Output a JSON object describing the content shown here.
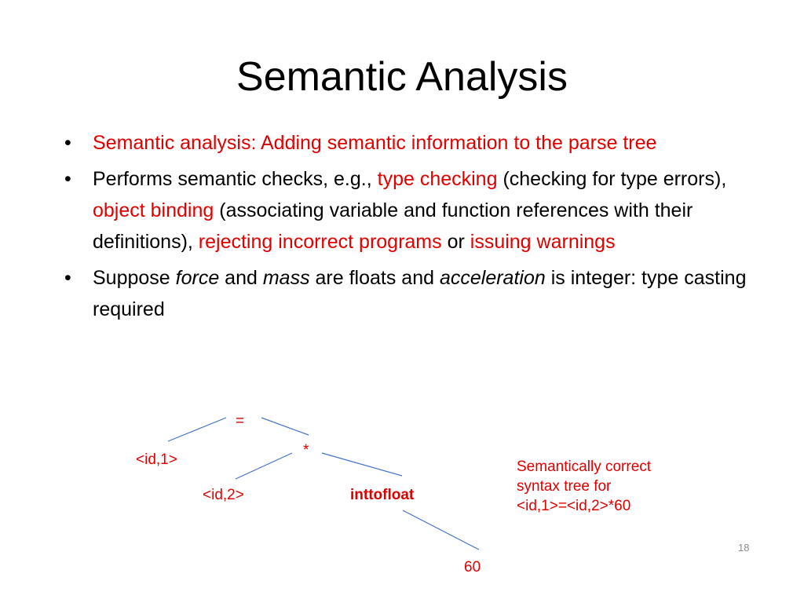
{
  "slide": {
    "title": "Semantic Analysis",
    "bullets": [
      {
        "segments": [
          {
            "text": "Semantic analysis: Adding semantic information to the parse tree",
            "style": "red"
          }
        ]
      },
      {
        "segments": [
          {
            "text": "Performs semantic checks, e.g., ",
            "style": "normal"
          },
          {
            "text": "type checking",
            "style": "red"
          },
          {
            "text": " (checking for type errors),  ",
            "style": "normal"
          },
          {
            "text": "object binding",
            "style": "red"
          },
          {
            "text": " (associating variable and function references with their definitions), ",
            "style": "normal"
          },
          {
            "text": "rejecting incorrect programs",
            "style": "red"
          },
          {
            "text": " or ",
            "style": "normal"
          },
          {
            "text": "issuing warnings",
            "style": "red"
          }
        ]
      },
      {
        "segments": [
          {
            "text": "Suppose ",
            "style": "normal"
          },
          {
            "text": "force",
            "style": "italic"
          },
          {
            "text": " and ",
            "style": "normal"
          },
          {
            "text": "mass",
            "style": "italic"
          },
          {
            "text": " are floats and ",
            "style": "normal"
          },
          {
            "text": "acceleration",
            "style": "italic"
          },
          {
            "text": " is integer: type casting required",
            "style": "normal"
          }
        ]
      }
    ],
    "bullet_symbol": "•",
    "tree": {
      "nodes": {
        "assign": "=",
        "id1": "<id,1>",
        "mul": "*",
        "id2": "<id,2>",
        "cast": "inttofloat",
        "num": "60"
      }
    },
    "caption_lines": [
      "Semantically correct",
      "syntax  tree for",
      "<id,1>=<id,2>*60"
    ],
    "slide_number": "18",
    "colors": {
      "accent_red": "#e00000",
      "edge_blue": "#4472c4",
      "text": "#000000"
    }
  }
}
